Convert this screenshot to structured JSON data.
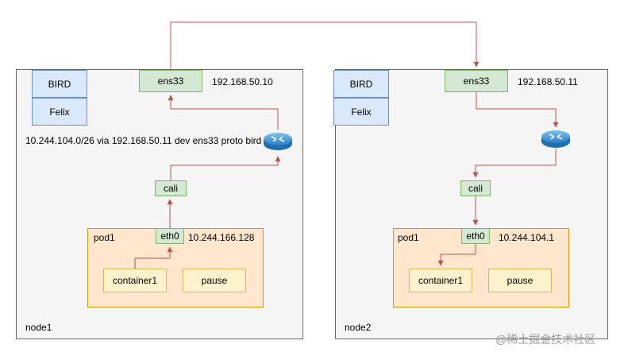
{
  "node1": {
    "label": "node1",
    "bird": "BIRD",
    "felix": "Felix",
    "ens": "ens33",
    "ens_ip": "192.168.50.10",
    "route": "10.244.104.0/26 via 192.168.50.11 dev ens33 proto bird",
    "cali": "cali",
    "pod": "pod1",
    "eth": "eth0",
    "eth_ip": "10.244.166.128",
    "container": "container1",
    "pause": "pause"
  },
  "node2": {
    "label": "node2",
    "bird": "BIRD",
    "felix": "Felix",
    "ens": "ens33",
    "ens_ip": "192.168.50.11",
    "cali": "cali",
    "pod": "pod1",
    "eth": "eth0",
    "eth_ip": "10.244.104.1",
    "container": "container1",
    "pause": "pause"
  },
  "icons": [
    "router-icon",
    "router-icon"
  ],
  "colors": {
    "arrow": "#b85450",
    "node_fill": "#f5f5f5",
    "blue_fill": "#dae8fc",
    "green_fill": "#d5e8d4",
    "pod_fill": "#ffe6cc",
    "yellow_fill": "#fff2cc"
  },
  "watermark": "@稀土掘金技术社区"
}
